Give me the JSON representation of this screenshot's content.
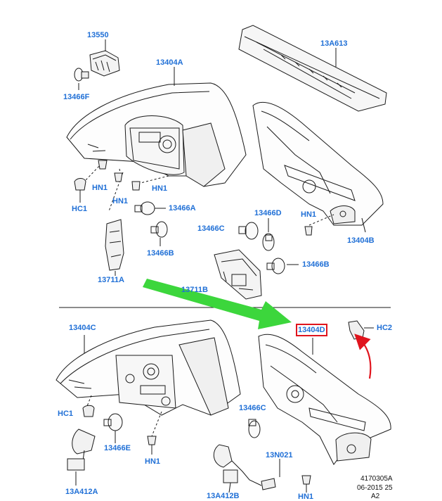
{
  "labels": {
    "l_13550": "13550",
    "l_13466F": "13466F",
    "l_13404A": "13404A",
    "l_13A613": "13A613",
    "l_HN1_a": "HN1",
    "l_HN1_b": "HN1",
    "l_HN1_c": "HN1",
    "l_HN1_d": "HN1",
    "l_HC1_a": "HC1",
    "l_13466A": "13466A",
    "l_13466B": "13466B",
    "l_13711A": "13711A",
    "l_13466D": "13466D",
    "l_13466C_a": "13466C",
    "l_13466B_b": "13466B",
    "l_13404B": "13404B",
    "l_13711B": "13711B",
    "l_13404C": "13404C",
    "l_13404D": "13404D",
    "l_HC2": "HC2",
    "l_HC1_b": "HC1",
    "l_13466E": "13466E",
    "l_HN1_e": "HN1",
    "l_13466C_b": "13466C",
    "l_13N021": "13N021",
    "l_13A412A": "13A412A",
    "l_13A412B": "13A412B",
    "l_HN1_f": "HN1"
  },
  "footer": {
    "code": "4170305A",
    "date": "06-2015 25",
    "sheet": "A2"
  },
  "colors": {
    "label_blue": "#1f6fd6",
    "highlight_red": "#e0141d",
    "arrow_green": "#3cd63c",
    "arrow_red": "#e0141d",
    "line_black": "#1a1a1a"
  }
}
